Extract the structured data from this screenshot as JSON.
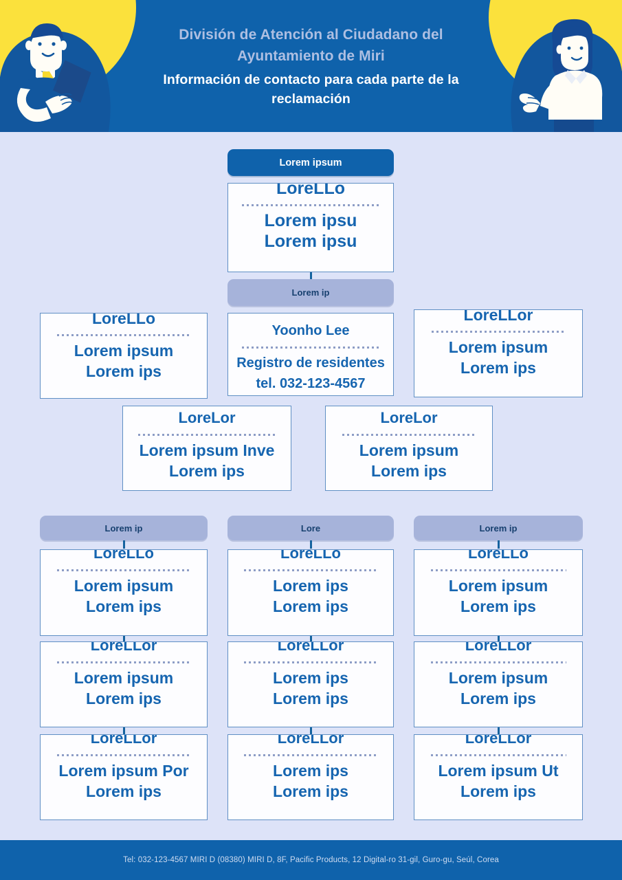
{
  "header": {
    "subtitle_line1": "División de Atención al Ciudadano del",
    "subtitle_line2": "Ayuntamiento de Miri",
    "title_line1": "Información de contacto para cada parte de la",
    "title_line2": "reclamación",
    "left_illustration": "man-with-tablet-illustration",
    "right_illustration": "woman-presenting-illustration",
    "bg_color": "#0f62ab",
    "accent_color": "#fbe13c"
  },
  "footer": {
    "text": "Tel: 032-123-4567 MIRI D (08380) MIRI D, 8F, Pacific Products, 12 Digital-ro 31-gil, Guro-gu, Seúl, Corea"
  },
  "org_chart": {
    "top_pill": "Lorem ipsum",
    "top_card": {
      "name": "LoreLLo",
      "line1": "Lorem ipsu",
      "line2": "Lorem ipsu"
    },
    "second_pill": "Lorem ip",
    "row2": [
      {
        "name": "LoreLLo",
        "line1": "Lorem ipsum",
        "line2": "Lorem ips"
      },
      {
        "name": "Yoonho Lee",
        "line1": "Registro de residentes",
        "line2": "tel. 032-123-4567"
      },
      {
        "name": "LoreLLor",
        "line1": "Lorem ipsum",
        "line2": "Lorem ips"
      }
    ],
    "row3": [
      {
        "name": "LoreLor",
        "line1": "Lorem ipsum Inve",
        "line2": "Lorem ips"
      },
      {
        "name": "LoreLor",
        "line1": "Lorem ipsum",
        "line2": "Lorem ips"
      }
    ],
    "columns": [
      {
        "pill": "Lorem ip",
        "cards": [
          {
            "name": "LoreLLo",
            "line1": "Lorem ipsum",
            "line2": "Lorem ips"
          },
          {
            "name": "LoreLLor",
            "line1": "Lorem ipsum",
            "line2": "Lorem ips"
          },
          {
            "name": "LoreLLor",
            "line1": "Lorem ipsum Por",
            "line2": "Lorem ips"
          }
        ]
      },
      {
        "pill": "Lore",
        "cards": [
          {
            "name": "LoreLLo",
            "line1": "Lorem ips",
            "line2": "Lorem ips"
          },
          {
            "name": "LoreLLor",
            "line1": "Lorem ips",
            "line2": "Lorem ips"
          },
          {
            "name": "LoreLLor",
            "line1": "Lorem ips",
            "line2": "Lorem ips"
          }
        ]
      },
      {
        "pill": "Lorem ip",
        "cards": [
          {
            "name": "LoreLLo",
            "line1": "Lorem ipsum",
            "line2": "Lorem ips"
          },
          {
            "name": "LoreLLor",
            "line1": "Lorem ipsum",
            "line2": "Lorem ips"
          },
          {
            "name": "LoreLLor",
            "line1": "Lorem ipsum Ut",
            "line2": "Lorem ips"
          }
        ]
      }
    ]
  },
  "colors": {
    "page_bg": "#dde3f8",
    "brand_blue": "#0f62ab",
    "light_pill": "#a6b3da",
    "card_border": "#5f8fc4",
    "text_blue": "#1665b0"
  }
}
